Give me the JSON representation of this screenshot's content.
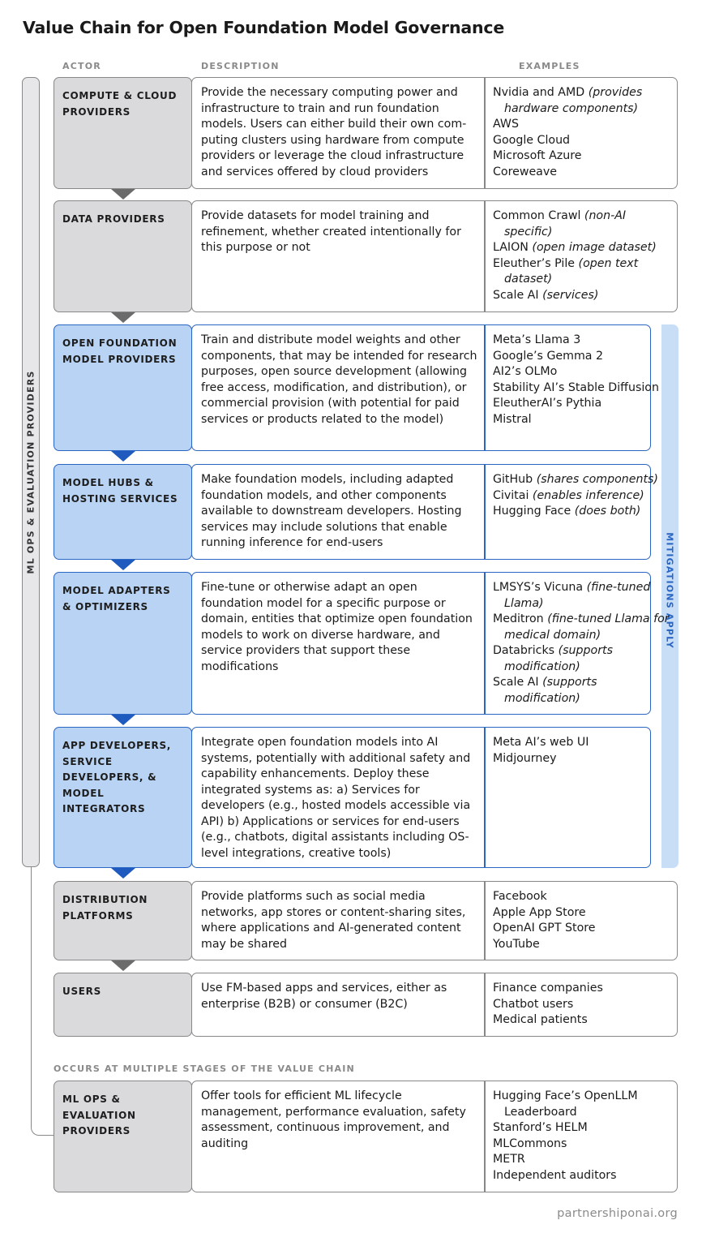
{
  "title": "Value Chain for Open Foundation Model Governance",
  "columns": {
    "actor": "ACTOR",
    "description": "DESCRIPTION",
    "examples": "EXAMPLES"
  },
  "side_label": "ML OPS & EVALUATION PROVIDERS",
  "mitigations_label": "MITIGATIONS APPLY",
  "section_label": "OCCURS AT MULTIPLE STAGES OF THE VALUE CHAIN",
  "footer": "partnershiponai.org",
  "rows": [
    {
      "actor": "COMPUTE & CLOUD PROVIDERS",
      "description": "Provide the necessary computing power and infrastructure to train and run foundation models. Users can either build their own com-puting clusters using hardware from compute providers or leverage the cloud infrastructure and services offered by cloud providers",
      "examples": [
        {
          "name": "Nvidia and AMD",
          "note": "(provides hardware components)"
        },
        {
          "name": "AWS",
          "note": ""
        },
        {
          "name": "Google Cloud",
          "note": ""
        },
        {
          "name": "Microsoft Azure",
          "note": ""
        },
        {
          "name": "Coreweave",
          "note": ""
        }
      ]
    },
    {
      "actor": "DATA PROVIDERS",
      "description": "Provide datasets for model training and refinement, whether created intentionally for this purpose or not",
      "examples": [
        {
          "name": "Common Crawl",
          "note": "(non-AI specific)"
        },
        {
          "name": "LAION",
          "note": "(open image dataset)"
        },
        {
          "name": "Eleuther’s Pile",
          "note": "(open text dataset)"
        },
        {
          "name": "Scale AI",
          "note": "(services)"
        }
      ]
    },
    {
      "actor": "OPEN FOUNDATION MODEL PROVIDERS",
      "description": "Train and distribute model weights and other components, that may be intended for research purposes, open source development (allowing free access, modification, and distribution), or commercial provision (with potential for paid services or products related to the model)",
      "examples": [
        {
          "name": "Meta’s Llama 3",
          "note": ""
        },
        {
          "name": "Google’s Gemma 2",
          "note": ""
        },
        {
          "name": "AI2’s OLMo",
          "note": ""
        },
        {
          "name": "Stability AI’s Stable Diffusion",
          "note": ""
        },
        {
          "name": "EleutherAI’s Pythia",
          "note": ""
        },
        {
          "name": "Mistral",
          "note": ""
        }
      ]
    },
    {
      "actor": "MODEL HUBS & HOSTING SERVICES",
      "description": "Make foundation models, including adapted foundation models, and other components available to downstream developers. Hosting services may include solutions that enable running inference for end-users",
      "examples": [
        {
          "name": "GitHub",
          "note": "(shares components)"
        },
        {
          "name": "Civitai",
          "note": "(enables inference)"
        },
        {
          "name": "Hugging Face",
          "note": "(does both)"
        }
      ]
    },
    {
      "actor": "MODEL ADAPTERS & OPTIMIZERS",
      "description": "Fine-tune or otherwise adapt an open foundation model for a specific purpose or domain, entities that optimize open foundation models to work on diverse hardware, and service providers that support these modifications",
      "examples": [
        {
          "name": "LMSYS’s Vicuna",
          "note": "(fine-tuned Llama)"
        },
        {
          "name": "Meditron",
          "note": "(fine-tuned Llama for medical domain)"
        },
        {
          "name": "Databricks",
          "note": "(supports modification)"
        },
        {
          "name": "Scale AI",
          "note": "(supports modification)"
        }
      ]
    },
    {
      "actor": "APP DEVELOPERS, SERVICE DEVELOPERS, & MODEL INTEGRATORS",
      "description": "Integrate open foundation models into AI systems, potentially with additional safety and capability enhancements. Deploy these integrated systems as: a) Services for developers (e.g., hosted models accessible via API) b) Applications or services for end-users (e.g., chatbots, digital assistants including OS-level integrations, creative tools)",
      "examples": [
        {
          "name": "Meta AI’s web UI",
          "note": ""
        },
        {
          "name": "Midjourney",
          "note": ""
        }
      ]
    },
    {
      "actor": "DISTRIBUTION PLATFORMS",
      "description": "Provide platforms such as social media networks, app stores or content-sharing sites, where applications and AI-generated content may be shared",
      "examples": [
        {
          "name": "Facebook",
          "note": ""
        },
        {
          "name": "Apple App Store",
          "note": ""
        },
        {
          "name": "OpenAI GPT Store",
          "note": ""
        },
        {
          "name": "YouTube",
          "note": ""
        }
      ]
    },
    {
      "actor": "USERS",
      "description": "Use FM-based apps and services, either as enterprise (B2B) or consumer (B2C)",
      "examples": [
        {
          "name": "Finance companies",
          "note": ""
        },
        {
          "name": "Chatbot users",
          "note": ""
        },
        {
          "name": "Medical patients",
          "note": ""
        }
      ]
    },
    {
      "actor": "ML OPS & EVALUATION PROVIDERS",
      "description": "Offer tools for efficient ML lifecycle management, performance evaluation, safety assessment, continuous improvement, and auditing",
      "examples": [
        {
          "name": "Hugging Face’s OpenLLM Leaderboard",
          "note": ""
        },
        {
          "name": "Stanford’s HELM",
          "note": ""
        },
        {
          "name": "MLCommons",
          "note": ""
        },
        {
          "name": "METR",
          "note": ""
        },
        {
          "name": "Independent auditors",
          "note": ""
        }
      ]
    }
  ]
}
